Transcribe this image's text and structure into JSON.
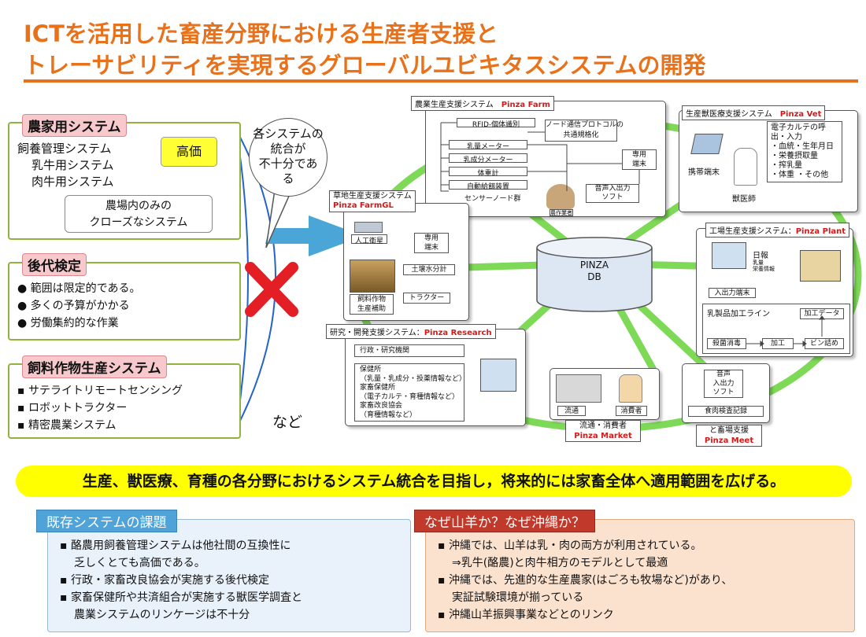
{
  "title": {
    "line1": "ICTを活用した畜産分野における生産者支援と",
    "line2": "トレーサビリティを実現するグローバルユビキタスシステムの開発"
  },
  "left": {
    "farm": {
      "label": "農家用システム",
      "items": [
        "飼養管理システム",
        "乳牛用システム",
        "肉牛用システム"
      ],
      "badge": "高価",
      "note_line1": "農場内のみの",
      "note_line2": "クローズなシステム"
    },
    "breeding": {
      "label": "後代検定",
      "items": [
        "範囲は限定的である。",
        "多くの予算がかかる",
        "労働集約的な作業"
      ]
    },
    "feed": {
      "label": "飼料作物生産システム",
      "items": [
        "サテライトリモートセンシング",
        "ロボットトラクター",
        "精密農業システム"
      ]
    },
    "bubble": [
      "各システムの",
      "統合が",
      "不十分であ",
      "る"
    ],
    "etc": "など"
  },
  "center": {
    "db_line1": "PINZA",
    "db_line2": "DB"
  },
  "systems": {
    "farm": {
      "label": "農業生産支援システム",
      "name": "Pinza Farm",
      "rfid": "RFID-個体識別",
      "sensors": [
        "乳量メーター",
        "乳成分メーター",
        "体重計",
        "自動給餌装置"
      ],
      "sensor_group": "センサーノード群",
      "protocol_line1": "ノード通信プロトコルの",
      "protocol_line2": "共通規格化",
      "terminal_line1": "専用",
      "terminal_line2": "端末",
      "voice_line1": "音声入出力",
      "voice_line2": "ソフト",
      "worker": "農作業者"
    },
    "vet": {
      "label": "生産獣医療支援システム",
      "name": "Pinza Vet",
      "terminal": "携帯端末",
      "doctor": "獣医師",
      "karte": [
        "電子カルテの呼",
        "出・入力",
        "・血統・生年月日",
        "・栄養摂取量",
        "・搾乳量",
        "・体重 ・その他"
      ]
    },
    "grass": {
      "label": "草地生産支援システム",
      "name": "Pinza FarmGL",
      "satellite": "人工衛星",
      "feed_line1": "飼料作物",
      "feed_line2": "生産補助",
      "terminal_line1": "専用",
      "terminal_line2": "端末",
      "soil": "土壌水分計",
      "tractor": "トラクター"
    },
    "plant": {
      "label": "工場生産支援システム：",
      "name": "Pinza Plant",
      "report": "日報",
      "report_sub_line1": "乳量",
      "report_sub_line2": "栄養情報",
      "terminal": "入出力端末",
      "line": "乳製品加工ライン",
      "data": "加工データ",
      "steps": [
        "殺菌消毒",
        "加工",
        "ビン詰め"
      ]
    },
    "research": {
      "label": "研究・開発支援システム：",
      "name": "Pinza Research",
      "org": "行政・研究機関",
      "details": [
        "保健所",
        "（乳量・乳成分・投薬情報など）",
        "家畜保健所",
        "（電子カルテ・育種情報など）",
        "家畜改良協会",
        "（育種情報など）"
      ]
    },
    "market": {
      "dist": "流通",
      "consumer": "消費者",
      "label": "流通・消費者",
      "name": "Pinza Market"
    },
    "meet": {
      "voice_line1": "音声",
      "voice_line2": "入出力",
      "voice_line3": "ソフト",
      "record": "食肉検査記録",
      "label": "と畜場支援",
      "name": "Pinza Meet"
    }
  },
  "banner": "生産、獣医療、育種の各分野におけるシステム統合を目指し，将来的には家畜全体へ適用範囲を広げる。",
  "issues": {
    "label": "既存システムの課題",
    "items": [
      "酪農用飼養管理システムは他社間の互換性に",
      "乏しくとても高価である。",
      "行政・家畜改良協会が実施する後代検定",
      "家畜保健所や共済組合が実施する獣医学調査と",
      "農業システムのリンケージは不十分"
    ]
  },
  "why": {
    "label": "なぜ山羊か？なぜ沖縄か？",
    "items": [
      "沖縄では、山羊は乳・肉の両方が利用されている。",
      "⇒乳牛(酪農)と肉牛相方のモデルとして最適",
      "沖縄では、先進的な生産農家(はごろも牧場など)があり、",
      "実証試験環境が揃っている",
      "沖縄山羊振興事業などとのリンク"
    ]
  },
  "colors": {
    "title": "#e8721c",
    "green": "#8fb33c",
    "ring": "#7ed957",
    "red": "#d21a1a",
    "banner": "#ffff00",
    "blue_label": "#4fa3d8",
    "red_label": "#c0392b"
  }
}
